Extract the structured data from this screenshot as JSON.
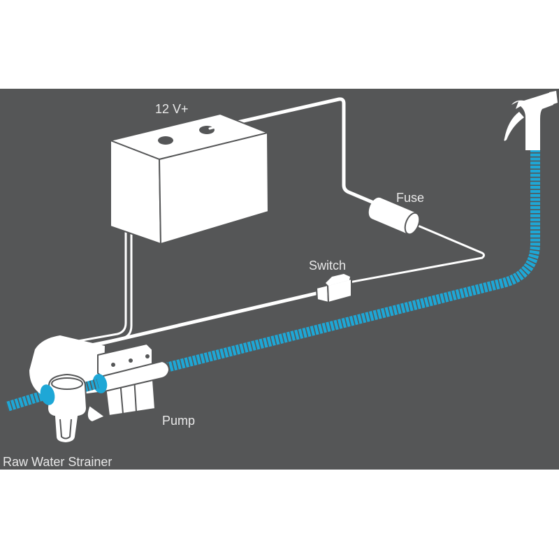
{
  "diagram": {
    "title": "Washdown pump wiring and plumbing diagram",
    "colors": {
      "panel": "#555657",
      "page": "#ffffff",
      "line_art": "#ffffff",
      "hose": "#1ea7d6",
      "label_text": "#e8e8e8"
    },
    "labels": {
      "battery": "12 V+",
      "fuse": "Fuse",
      "switch": "Switch",
      "pump": "Pump",
      "strainer": "Raw Water Strainer"
    },
    "components": [
      {
        "id": "battery",
        "icon": "battery-icon"
      },
      {
        "id": "fuse",
        "icon": "fuse-icon"
      },
      {
        "id": "switch",
        "icon": "switch-icon"
      },
      {
        "id": "pump",
        "icon": "pump-icon"
      },
      {
        "id": "strainer",
        "icon": "strainer-icon"
      },
      {
        "id": "spray-nozzle",
        "icon": "spray-nozzle-icon"
      }
    ]
  }
}
